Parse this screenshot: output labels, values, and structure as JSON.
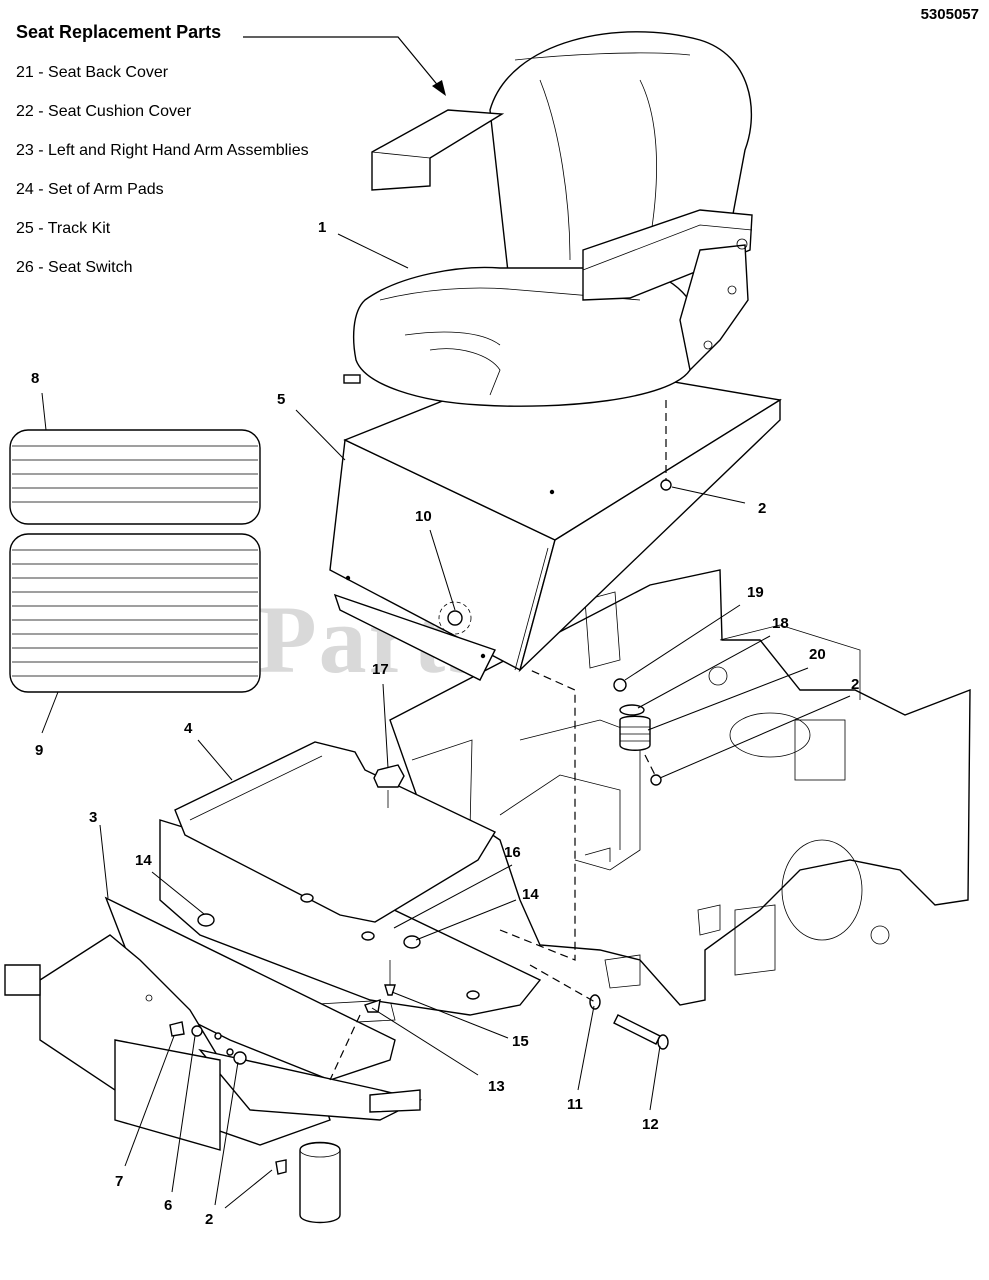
{
  "document": {
    "part_number": "5305057",
    "watermark": "PartsTree"
  },
  "legend": {
    "title": "Seat Replacement Parts",
    "items": [
      {
        "label": "21 - Seat Back Cover"
      },
      {
        "label": "22 - Seat Cushion Cover"
      },
      {
        "label": "23 - Left and Right Hand Arm Assemblies"
      },
      {
        "label": "24 - Set of Arm Pads"
      },
      {
        "label": "25 - Track Kit"
      },
      {
        "label": "26 - Seat Switch"
      }
    ]
  },
  "callouts": [
    {
      "label": "1"
    },
    {
      "label": "2"
    },
    {
      "label": "2"
    },
    {
      "label": "2"
    },
    {
      "label": "3"
    },
    {
      "label": "4"
    },
    {
      "label": "5"
    },
    {
      "label": "6"
    },
    {
      "label": "7"
    },
    {
      "label": "8"
    },
    {
      "label": "9"
    },
    {
      "label": "10"
    },
    {
      "label": "11"
    },
    {
      "label": "12"
    },
    {
      "label": "13"
    },
    {
      "label": "14"
    },
    {
      "label": "14"
    },
    {
      "label": "15"
    },
    {
      "label": "16"
    },
    {
      "label": "17"
    },
    {
      "label": "18"
    },
    {
      "label": "19"
    },
    {
      "label": "20"
    }
  ]
}
